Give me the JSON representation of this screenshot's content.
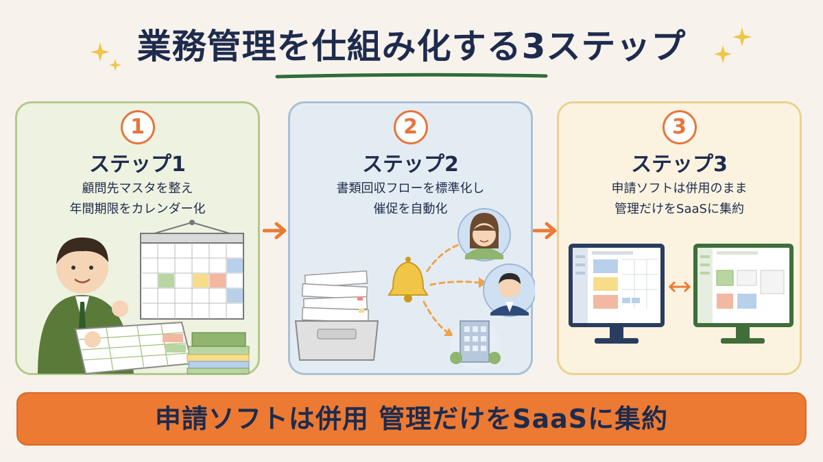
{
  "title": "業務管理を仕組み化する3ステップ",
  "steps": [
    {
      "number": "1",
      "title": "ステップ1",
      "desc": [
        "顧問先マスタを整え",
        "年間期限をカレンダー化"
      ]
    },
    {
      "number": "2",
      "title": "ステップ2",
      "desc": [
        "書類回収フローを標準化し",
        "催促を自動化"
      ]
    },
    {
      "number": "3",
      "title": "ステップ3",
      "desc": [
        "申請ソフトは併用のまま",
        "管理だけをSaaSに集約"
      ]
    }
  ],
  "banner": "申請ソフトは併用 管理だけをSaaSに集約",
  "colors": {
    "accent": "#e8743b",
    "banner": "#ec7a33",
    "navy": "#1e2b4d",
    "underline": "#2f6b3a"
  }
}
